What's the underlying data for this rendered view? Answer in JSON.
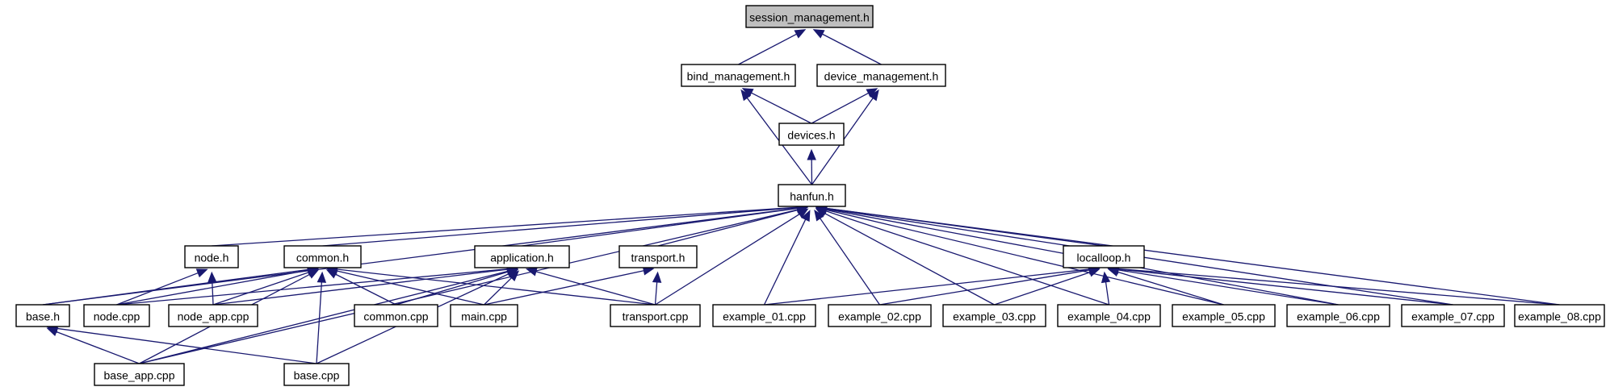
{
  "graph": {
    "nodes": [
      {
        "id": "session_management",
        "label": "session_management.h"
      },
      {
        "id": "bind_management",
        "label": "bind_management.h"
      },
      {
        "id": "device_management",
        "label": "device_management.h"
      },
      {
        "id": "devices",
        "label": "devices.h"
      },
      {
        "id": "hanfun",
        "label": "hanfun.h"
      },
      {
        "id": "node_h",
        "label": "node.h"
      },
      {
        "id": "common_h",
        "label": "common.h"
      },
      {
        "id": "application_h",
        "label": "application.h"
      },
      {
        "id": "transport_h",
        "label": "transport.h"
      },
      {
        "id": "localloop_h",
        "label": "localloop.h"
      },
      {
        "id": "base_h",
        "label": "base.h"
      },
      {
        "id": "node_cpp",
        "label": "node.cpp"
      },
      {
        "id": "node_app_cpp",
        "label": "node_app.cpp"
      },
      {
        "id": "common_cpp",
        "label": "common.cpp"
      },
      {
        "id": "main_cpp",
        "label": "main.cpp"
      },
      {
        "id": "transport_cpp",
        "label": "transport.cpp"
      },
      {
        "id": "example_01",
        "label": "example_01.cpp"
      },
      {
        "id": "example_02",
        "label": "example_02.cpp"
      },
      {
        "id": "example_03",
        "label": "example_03.cpp"
      },
      {
        "id": "example_04",
        "label": "example_04.cpp"
      },
      {
        "id": "example_05",
        "label": "example_05.cpp"
      },
      {
        "id": "example_06",
        "label": "example_06.cpp"
      },
      {
        "id": "example_07",
        "label": "example_07.cpp"
      },
      {
        "id": "example_08",
        "label": "example_08.cpp"
      },
      {
        "id": "base_app_cpp",
        "label": "base_app.cpp"
      },
      {
        "id": "base_cpp",
        "label": "base.cpp"
      }
    ],
    "edges": [
      {
        "from": "bind_management",
        "to": "session_management"
      },
      {
        "from": "device_management",
        "to": "session_management"
      },
      {
        "from": "devices",
        "to": "bind_management"
      },
      {
        "from": "devices",
        "to": "device_management"
      },
      {
        "from": "hanfun",
        "to": "bind_management"
      },
      {
        "from": "hanfun",
        "to": "device_management"
      },
      {
        "from": "hanfun",
        "to": "devices"
      },
      {
        "from": "node_h",
        "to": "hanfun"
      },
      {
        "from": "common_h",
        "to": "hanfun"
      },
      {
        "from": "application_h",
        "to": "hanfun"
      },
      {
        "from": "transport_h",
        "to": "hanfun"
      },
      {
        "from": "localloop_h",
        "to": "hanfun"
      },
      {
        "from": "base_h",
        "to": "hanfun"
      },
      {
        "from": "base_app_cpp",
        "to": "hanfun"
      },
      {
        "from": "transport_cpp",
        "to": "hanfun"
      },
      {
        "from": "example_01",
        "to": "hanfun"
      },
      {
        "from": "example_02",
        "to": "hanfun"
      },
      {
        "from": "example_03",
        "to": "hanfun"
      },
      {
        "from": "example_04",
        "to": "hanfun"
      },
      {
        "from": "example_05",
        "to": "hanfun"
      },
      {
        "from": "example_06",
        "to": "hanfun"
      },
      {
        "from": "example_07",
        "to": "hanfun"
      },
      {
        "from": "example_08",
        "to": "hanfun"
      },
      {
        "from": "node_cpp",
        "to": "node_h"
      },
      {
        "from": "node_app_cpp",
        "to": "node_h"
      },
      {
        "from": "base_h",
        "to": "common_h"
      },
      {
        "from": "node_cpp",
        "to": "common_h"
      },
      {
        "from": "node_app_cpp",
        "to": "common_h"
      },
      {
        "from": "common_cpp",
        "to": "common_h"
      },
      {
        "from": "main_cpp",
        "to": "common_h"
      },
      {
        "from": "transport_cpp",
        "to": "common_h"
      },
      {
        "from": "base_app_cpp",
        "to": "common_h"
      },
      {
        "from": "base_cpp",
        "to": "common_h"
      },
      {
        "from": "node_cpp",
        "to": "application_h"
      },
      {
        "from": "node_app_cpp",
        "to": "application_h"
      },
      {
        "from": "common_cpp",
        "to": "application_h"
      },
      {
        "from": "main_cpp",
        "to": "application_h"
      },
      {
        "from": "transport_cpp",
        "to": "application_h"
      },
      {
        "from": "base_app_cpp",
        "to": "application_h"
      },
      {
        "from": "base_cpp",
        "to": "application_h"
      },
      {
        "from": "main_cpp",
        "to": "transport_h"
      },
      {
        "from": "transport_cpp",
        "to": "transport_h"
      },
      {
        "from": "example_01",
        "to": "localloop_h"
      },
      {
        "from": "example_02",
        "to": "localloop_h"
      },
      {
        "from": "example_03",
        "to": "localloop_h"
      },
      {
        "from": "example_04",
        "to": "localloop_h"
      },
      {
        "from": "example_05",
        "to": "localloop_h"
      },
      {
        "from": "example_06",
        "to": "localloop_h"
      },
      {
        "from": "example_07",
        "to": "localloop_h"
      },
      {
        "from": "example_08",
        "to": "localloop_h"
      },
      {
        "from": "base_app_cpp",
        "to": "base_h"
      },
      {
        "from": "base_cpp",
        "to": "base_h"
      }
    ]
  }
}
